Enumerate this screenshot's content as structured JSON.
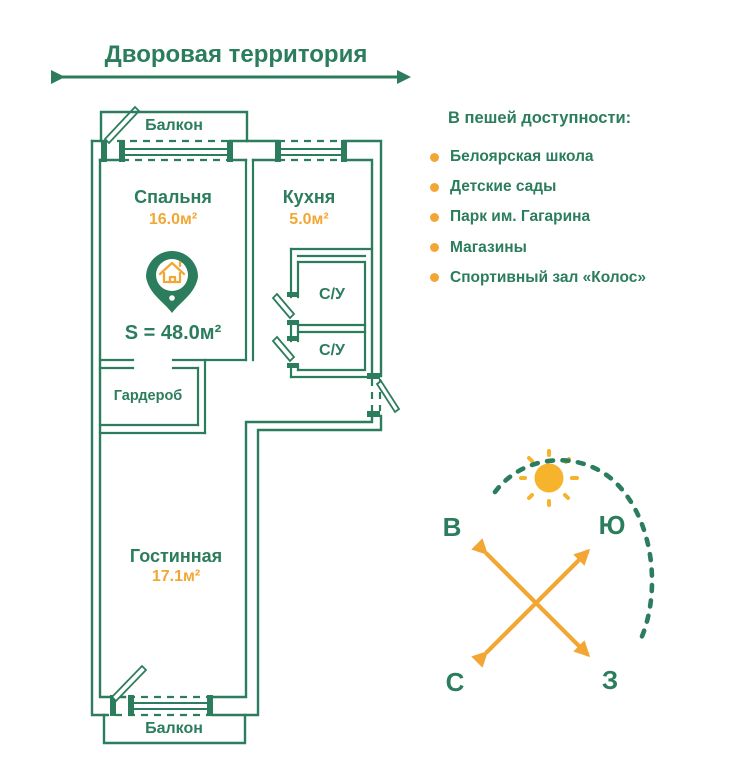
{
  "colors": {
    "green": "#2b7d5d",
    "orange": "#f2a735",
    "sun": "#f6b32c"
  },
  "header": {
    "title": "Дворовая территория"
  },
  "plan": {
    "balcony_top": "Балкон",
    "balcony_bottom": "Балкон",
    "total_area": "S = 48.0м²",
    "rooms": [
      {
        "name": "Спальня",
        "area": "16.0м²"
      },
      {
        "name": "Кухня",
        "area": "5.0м²"
      },
      {
        "name": "Гостинная",
        "area": "17.1м²"
      }
    ],
    "wc_upper": "С/У",
    "wc_lower": "С/У",
    "wardrobe": "Гардероб"
  },
  "walkable": {
    "heading": "В пешей доступности:",
    "items": [
      "Белоярская школа",
      "Детские сады",
      "Парк им. Гагарина",
      "Магазины",
      "Спортивный зал «Колос»"
    ]
  },
  "compass": {
    "east": "В",
    "south": "Ю",
    "north": "С",
    "west": "З"
  }
}
